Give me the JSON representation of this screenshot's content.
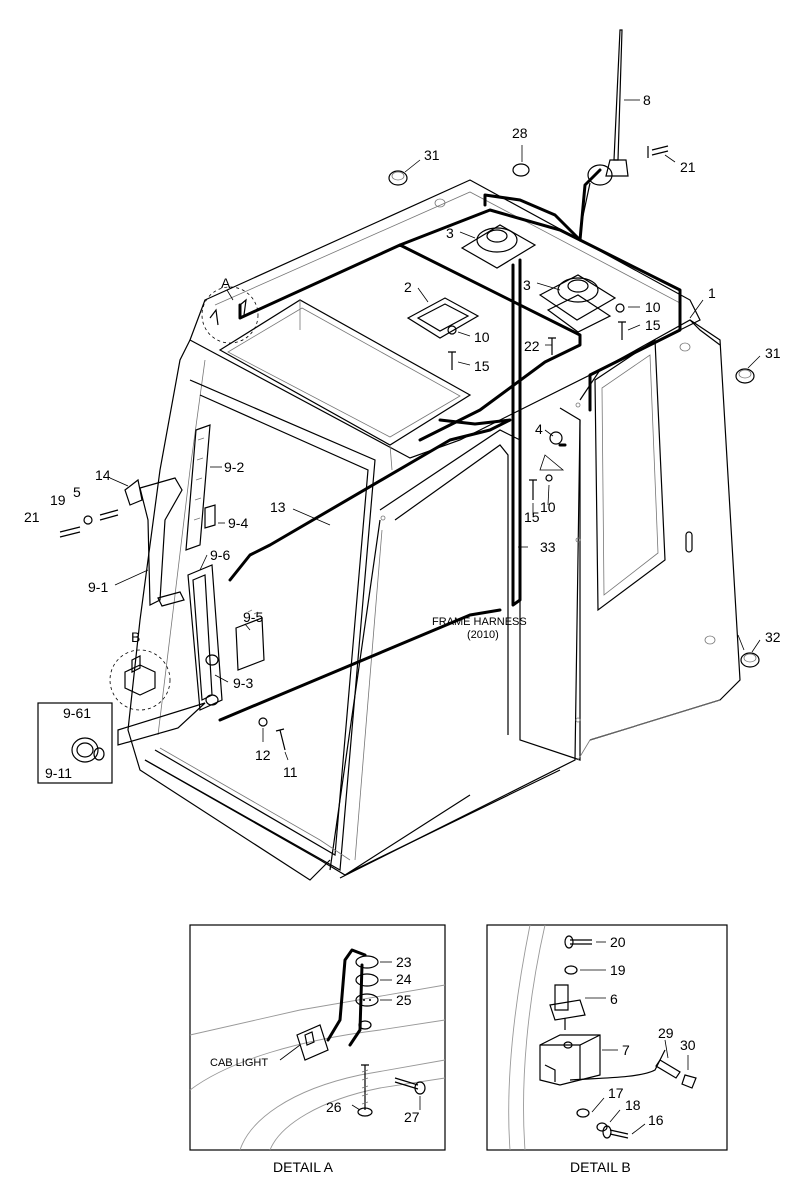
{
  "callouts": {
    "c31a": "31",
    "c28": "28",
    "c8": "8",
    "c21a": "21",
    "c3a": "3",
    "c3b": "3",
    "c2": "2",
    "c10a": "10",
    "c10b": "10",
    "c15a": "15",
    "c22": "22",
    "c15b": "15",
    "c1": "1",
    "c31b": "31",
    "cA": "A",
    "c4": "4",
    "c10c": "10",
    "c15c": "15",
    "c14": "14",
    "c9_2": "9-2",
    "c19a": "19",
    "c5": "5",
    "c21b": "21",
    "c9_4": "9-4",
    "c13": "13",
    "c9_6": "9-6",
    "c9_1": "9-1",
    "c33": "33",
    "c9_5": "9-5",
    "cB": "B",
    "c9_3": "9-3",
    "c32": "32",
    "c9_61": "9-61",
    "c9_11": "9-11",
    "c12": "12",
    "c11": "11",
    "c23": "23",
    "c24": "24",
    "c25": "25",
    "c26": "26",
    "c27": "27",
    "c20": "20",
    "c19b": "19",
    "c6": "6",
    "c7": "7",
    "c29": "29",
    "c30": "30",
    "c17": "17",
    "c18": "18",
    "c16": "16"
  },
  "labels": {
    "frame_harness": "FRAME HARNESS",
    "frame_harness_no": "(2010)",
    "cab_light": "CAB LIGHT",
    "detail_a": "DETAIL A",
    "detail_b": "DETAIL B"
  }
}
